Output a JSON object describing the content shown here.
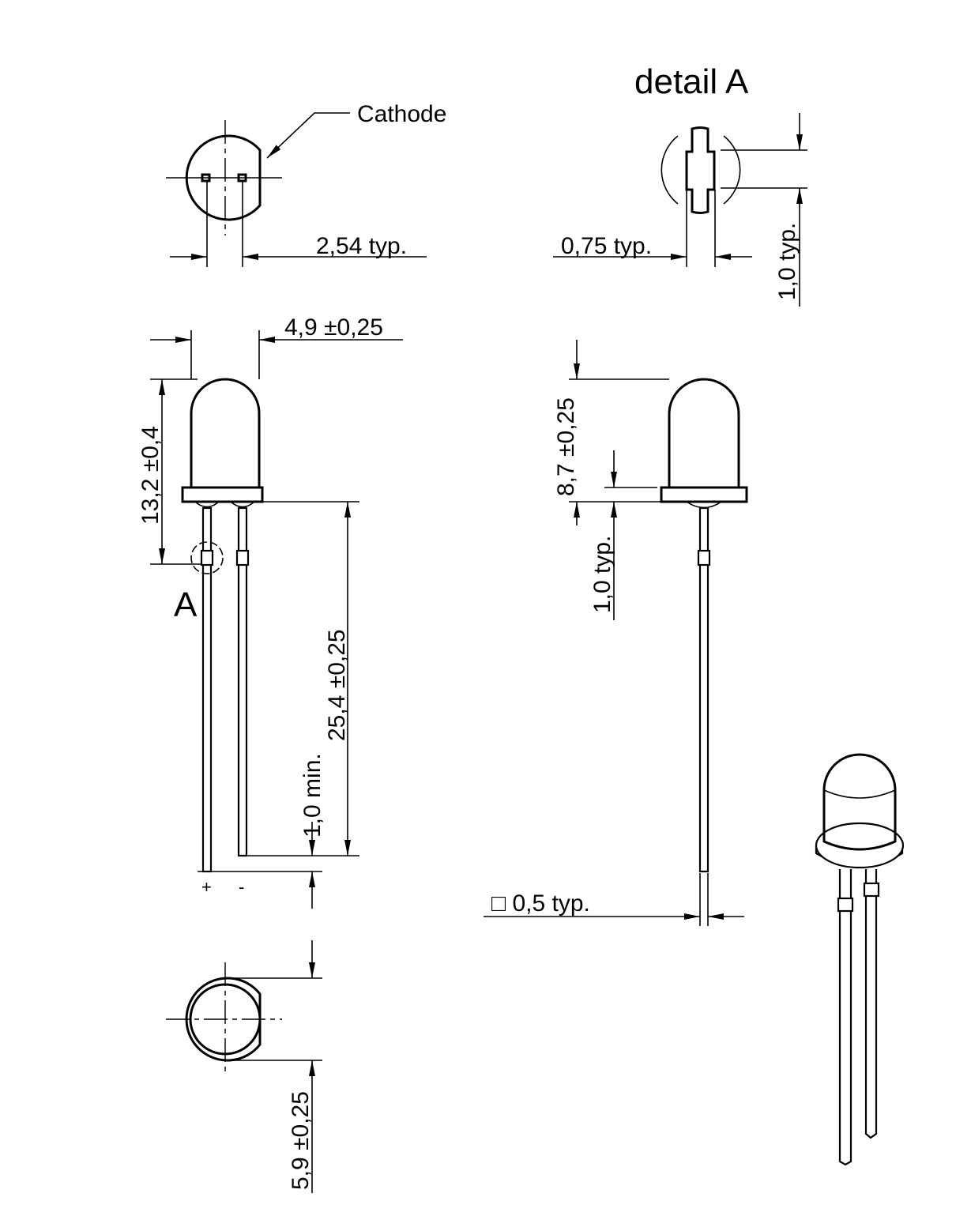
{
  "title": "detail A",
  "labels": {
    "cathode": "Cathode",
    "pitch": "2,54  typ.",
    "lead_width_detail": "0,75  typ.",
    "kink_length_detail": "1,0  typ.",
    "diameter": "4,9  ±0,25",
    "total_height": "13,2  ±0,4",
    "detail_ref": "A",
    "lead_length": "25,4  ±0,25",
    "lead_diff": "1,0  min.",
    "anode_sign": "+",
    "cathode_sign": "-",
    "body_height": "8,7  ±0,25",
    "flange_height": "1,0  typ.",
    "lead_square": "□  0,5  typ.",
    "flange_diameter": "5,9  ±0,25"
  }
}
